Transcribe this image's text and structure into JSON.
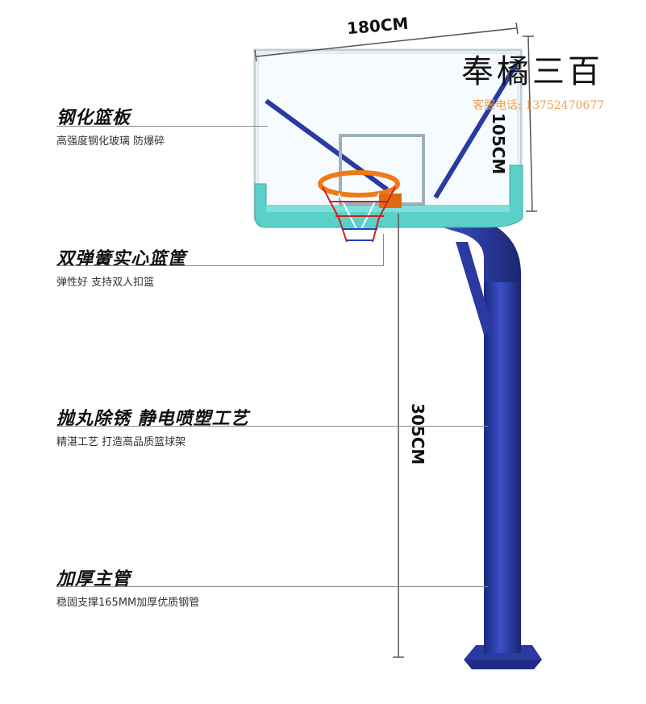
{
  "dimensions": {
    "width_label": "180CM",
    "height_label": "105CM",
    "rim_height_label": "305CM"
  },
  "brand": {
    "name": "奉橘三百",
    "contact": "客服电话: 13752470677"
  },
  "features": [
    {
      "title": "钢化篮板",
      "desc": "高强度钢化玻璃 防爆碎"
    },
    {
      "title": "双弹簧实心篮筐",
      "desc": "弹性好 支持双人扣篮"
    },
    {
      "title": "抛丸除锈 静电喷塑工艺",
      "desc": "精湛工艺 打造高品质篮球架"
    },
    {
      "title": "加厚主管",
      "desc": "稳固支撑165MM加厚优质钢管"
    }
  ],
  "colors": {
    "pole": "#2a3aa0",
    "backboard_pad": "#5ad0c8",
    "rim": "#f07a1a",
    "net": "#d02020"
  }
}
